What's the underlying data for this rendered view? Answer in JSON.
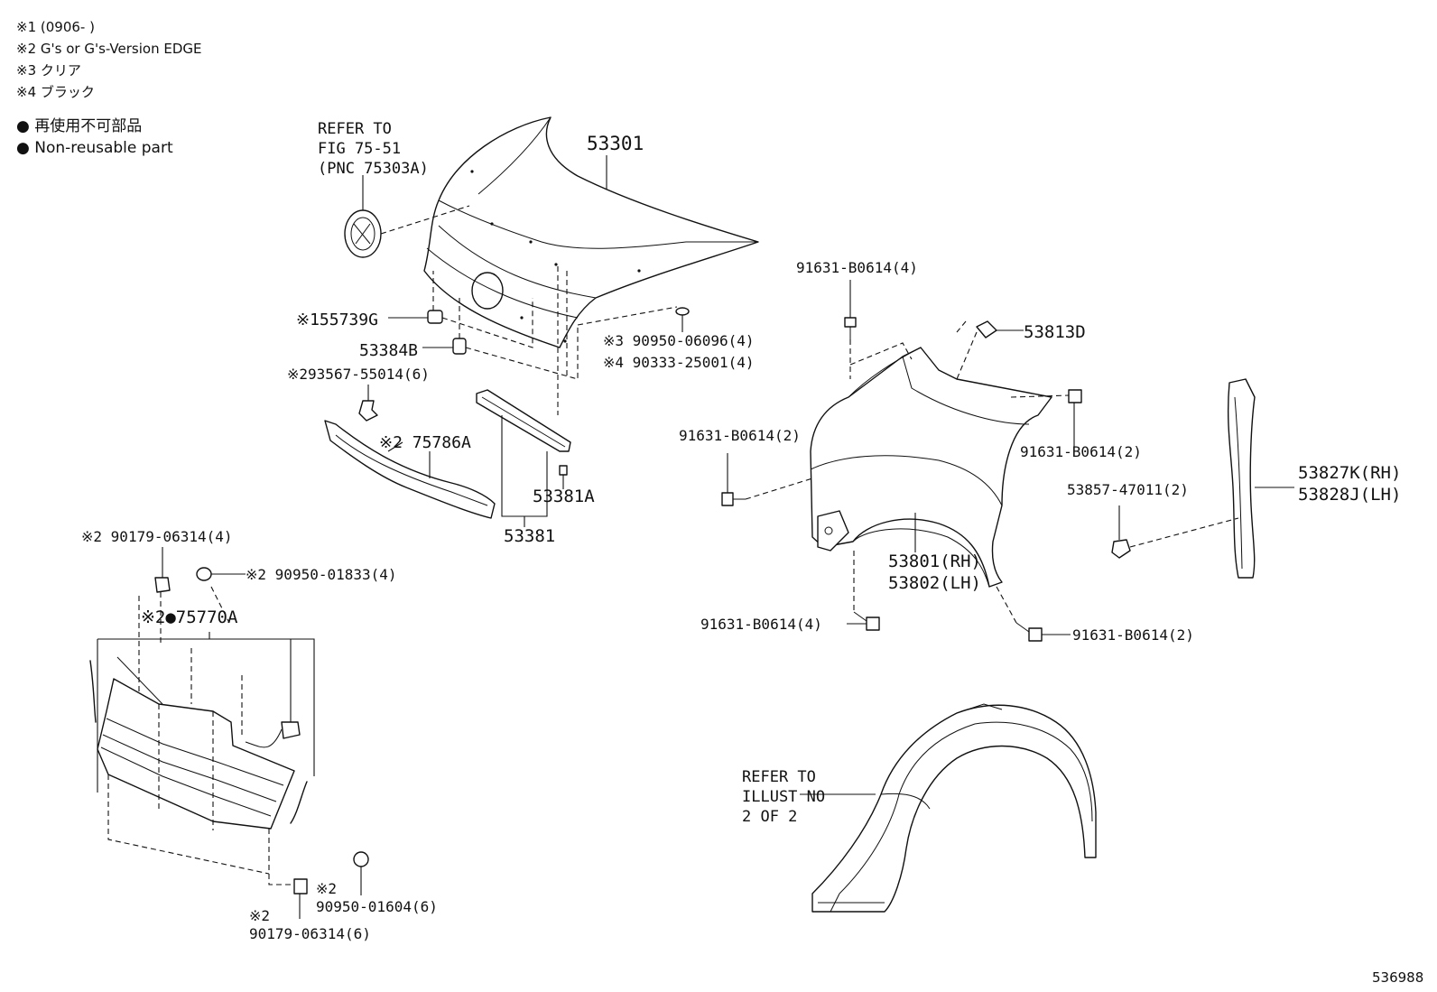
{
  "notes": {
    "note1": "※1  (0906-      )",
    "note2": "※2  G's or G's-Version EDGE",
    "note3": "※3  クリア",
    "note4": "※4  ブラック",
    "legend_jp": "● 再使用不可部品",
    "legend_en": "● Non-reusable part"
  },
  "refer_hood": [
    "REFER TO",
    "FIG 75-51",
    "(PNC 75303A)"
  ],
  "refer_liner": [
    "REFER TO",
    "ILLUST NO",
    "2 OF 2"
  ],
  "labels": {
    "hood": "53301",
    "clip_55739g": "※155739G",
    "cushion_53384b": "53384B",
    "clip_93567": "※293567-55014(6)",
    "garnish_75786a": "※2 75786A",
    "seal_53381": "53381",
    "clip_53381a": "53381A",
    "plug_90950_06096": "※3 90950-06096(4)",
    "plug_90333": "※4 90333-25001(4)",
    "bolt_top": "91631-B0614(4)",
    "clip_53813d": "53813D",
    "bolt_right": "91631-B0614(2)",
    "bolt_left": "91631-B0614(2)",
    "fender_rh": "53801(RH)",
    "fender_lh": "53802(LH)",
    "bolt_bottom": "91631-B0614(4)",
    "bolt_bottom_right": "91631-B0614(2)",
    "clip_53857": "53857-47011(2)",
    "seal_rh": "53827K(RH)",
    "seal_lh": "53828J(LH)",
    "nut_90179_top": "※2 90179-06314(4)",
    "nut_90950_01833": "※2 90950-01833(4)",
    "grille_75770a": "※2●75770A",
    "mark_90950_01604": "※2",
    "part_90950_01604": "90950-01604(6)",
    "mark_90179_bottom": "※2",
    "part_90179_bottom": "90179-06314(6)",
    "illustration_no": "536988"
  }
}
